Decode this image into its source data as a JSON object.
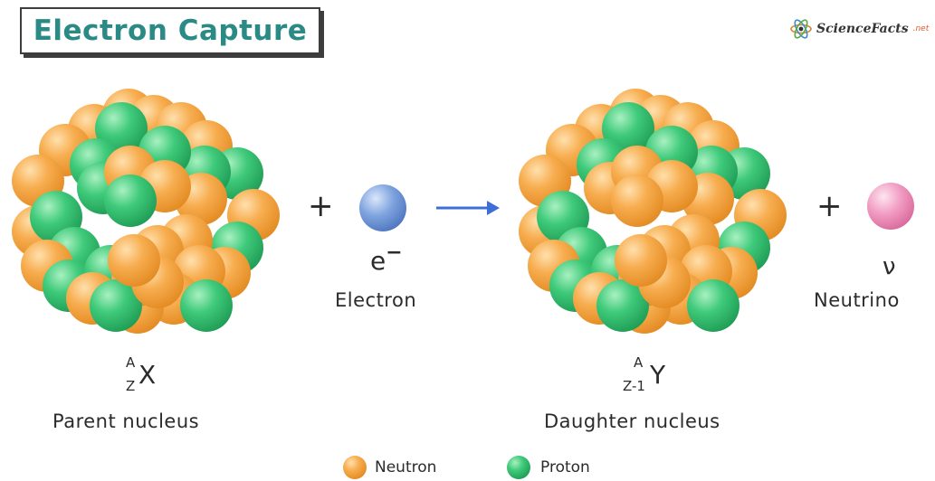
{
  "title": "Electron Capture",
  "brand": {
    "name": "ScienceFacts",
    "suffix": ".net"
  },
  "colors": {
    "neutron": "#f5a340",
    "proton": "#3cc474",
    "electron": "#6f98d6",
    "neutrino": "#ee8fb8",
    "arrow": "#3d6fd9",
    "title": "#2a8a86"
  },
  "plus_sign": "+",
  "electron": {
    "symbol": "e",
    "charge": "−",
    "label": "Electron"
  },
  "neutrino": {
    "symbol": "ν",
    "label": "Neutrino"
  },
  "parent": {
    "mass_number": "A",
    "atomic_number": "Z",
    "element": "X",
    "label": "Parent nucleus"
  },
  "daughter": {
    "mass_number": "A",
    "atomic_number": "Z-1",
    "element": "Y",
    "label": "Daughter nucleus"
  },
  "legend": [
    {
      "label": "Neutron",
      "type": "neutron"
    },
    {
      "label": "Proton",
      "type": "proton"
    }
  ],
  "icons": {
    "arrow": "right-arrow-icon",
    "brand_logo": "atom-icon"
  }
}
